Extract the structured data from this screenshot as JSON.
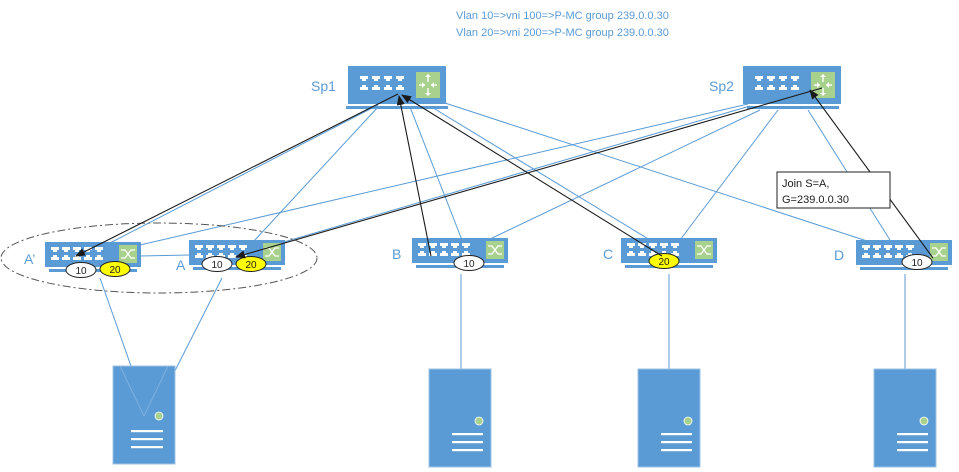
{
  "header_notes": [
    "Vlan 10=>vni 100=>P-MC group 239.0.0.30",
    "Vlan 20=>vni 200=>P-MC group 239.0.0.30"
  ],
  "colors": {
    "device_blue": "#5b9bd5",
    "link_blue": "#5b9bd5",
    "router_green": "#a9d18e",
    "arrow_black": "#1a1a1a",
    "vlan20_yellow": "#ffff00",
    "vlan10_white": "#ffffff"
  },
  "spines": [
    {
      "id": "sp1",
      "label": "Sp1",
      "type": "router"
    },
    {
      "id": "sp2",
      "label": "Sp2",
      "type": "router"
    }
  ],
  "leaves": [
    {
      "id": "a-prime",
      "label": "A’",
      "vlans": [
        "10",
        "20"
      ]
    },
    {
      "id": "a",
      "label": "A",
      "vlans": [
        "10",
        "20"
      ]
    },
    {
      "id": "b",
      "label": "B",
      "vlans": [
        "10"
      ]
    },
    {
      "id": "c",
      "label": "C",
      "vlans": [
        "20"
      ]
    },
    {
      "id": "d",
      "label": "D",
      "vlans": [
        "10"
      ]
    }
  ],
  "servers": [
    {
      "id": "server-a-pair",
      "attached_to": [
        "a-prime",
        "a"
      ]
    },
    {
      "id": "server-b",
      "attached_to": [
        "b"
      ]
    },
    {
      "id": "server-c",
      "attached_to": [
        "c"
      ]
    },
    {
      "id": "server-d",
      "attached_to": [
        "d"
      ]
    }
  ],
  "vpc_group": {
    "members": [
      "a-prime",
      "a"
    ],
    "style": "dash-dot ellipse"
  },
  "callout": {
    "lines": [
      "Join S=A,",
      "G=239.0.0.30"
    ],
    "attached_to": "d"
  },
  "multicast_arrows": [
    {
      "from": "sp1",
      "to": "a-prime"
    },
    {
      "from": "sp2",
      "to": "a"
    },
    {
      "from": "b",
      "to": "sp1"
    },
    {
      "from": "c",
      "to": "sp1"
    },
    {
      "from": "d",
      "to": "sp2"
    }
  ]
}
